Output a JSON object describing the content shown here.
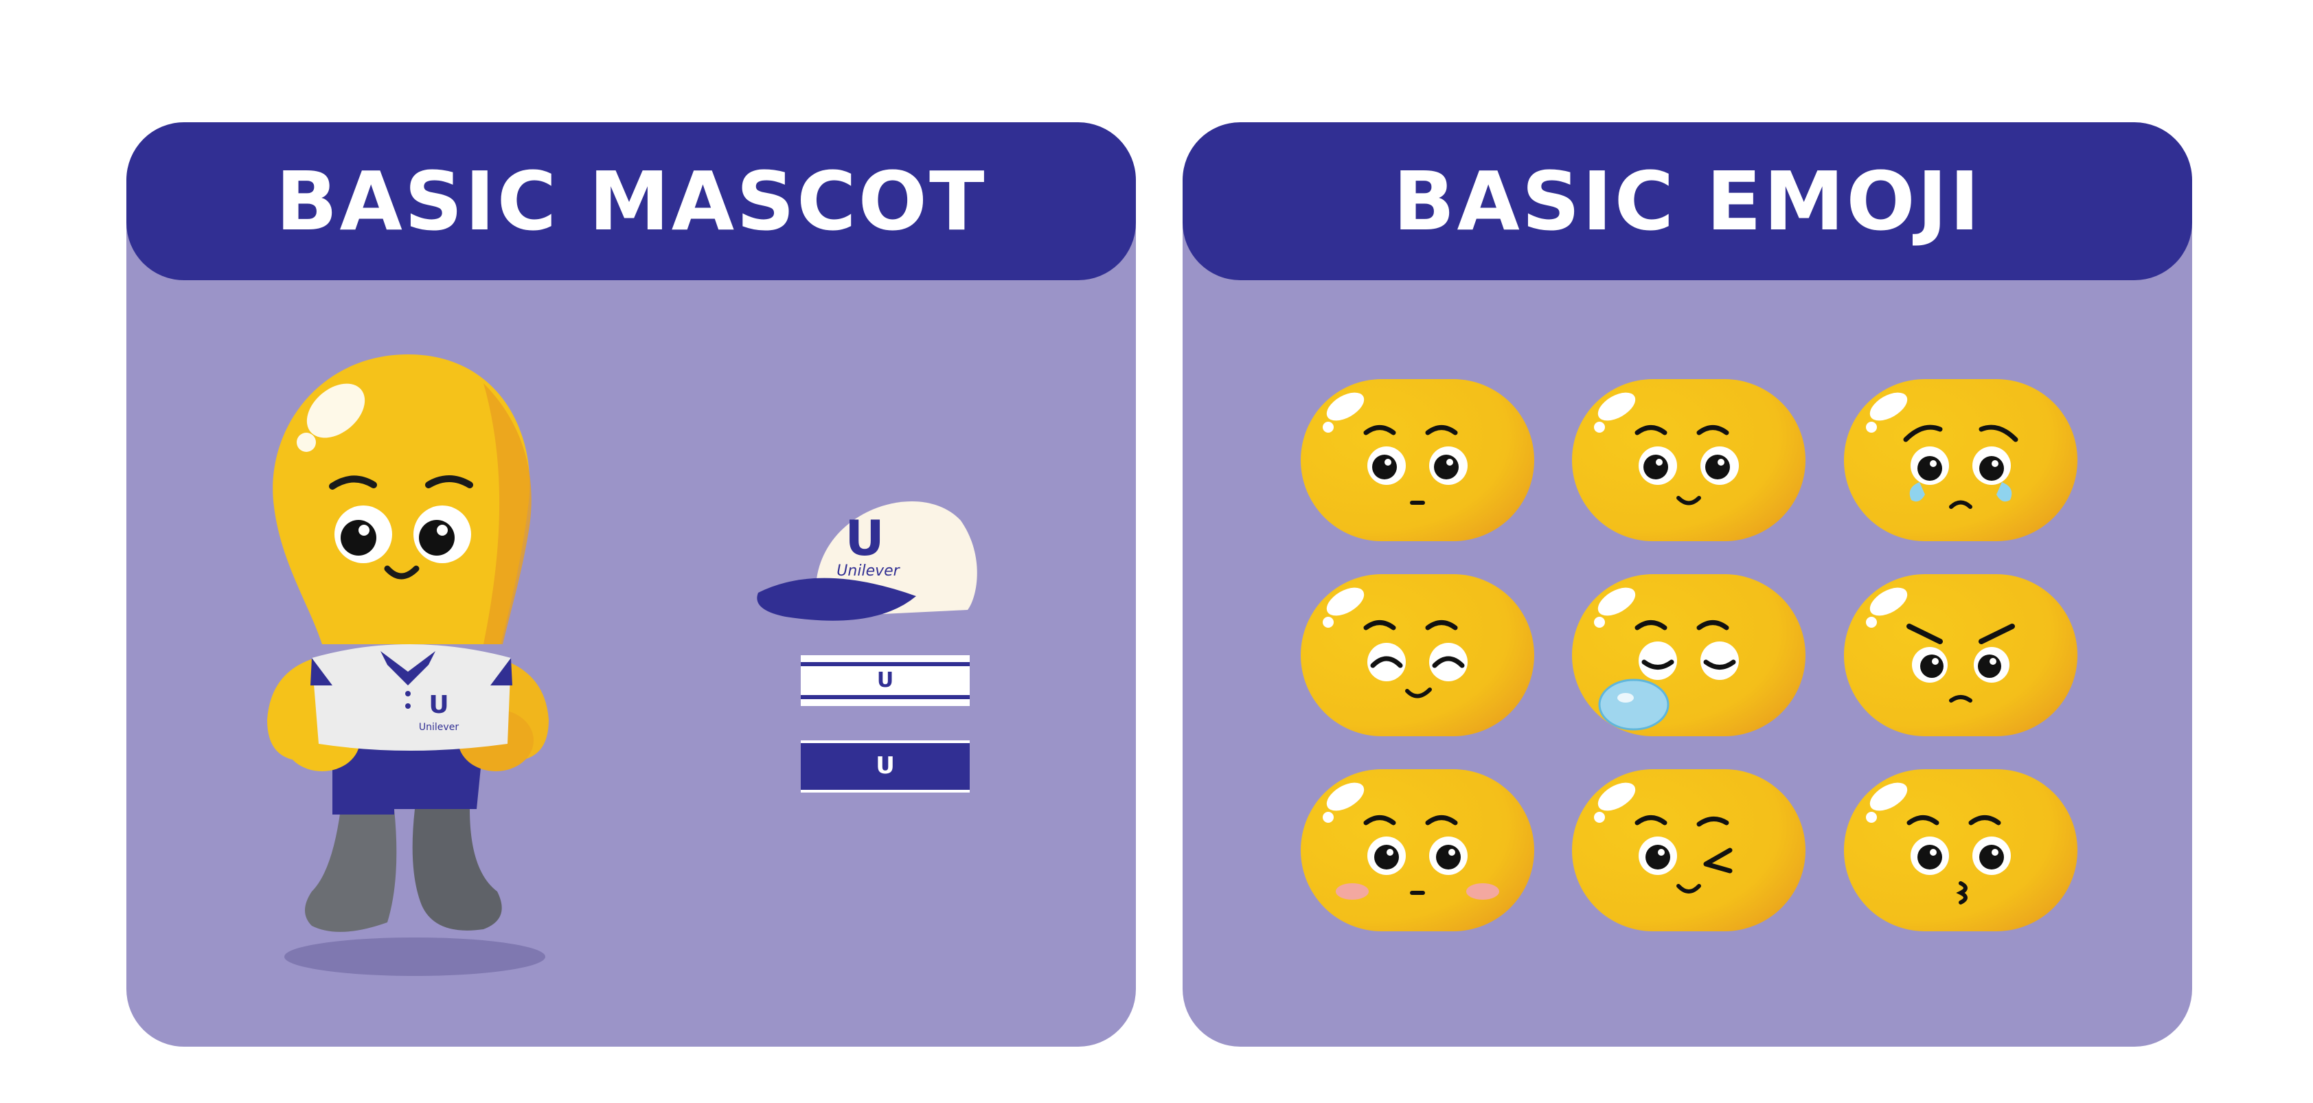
{
  "panels": {
    "mascot": {
      "title": "BASIC MASCOT"
    },
    "emoji": {
      "title": "BASIC EMOJI"
    }
  },
  "brand": {
    "logo_text": "Unilever",
    "logo_mark": "U"
  },
  "emoji_faces": [
    {
      "expression": "neutral"
    },
    {
      "expression": "smile"
    },
    {
      "expression": "crying"
    },
    {
      "expression": "laughing"
    },
    {
      "expression": "sleeping"
    },
    {
      "expression": "angry"
    },
    {
      "expression": "blushing"
    },
    {
      "expression": "winking"
    },
    {
      "expression": "kissing"
    }
  ],
  "colors": {
    "panel_bg": "#9b94c8",
    "header_bg": "#312f93",
    "yellow": "#f5c21a",
    "orange_shade": "#e89a1f",
    "boot_grey": "#6b6e73",
    "shirt_white": "#ececec"
  }
}
